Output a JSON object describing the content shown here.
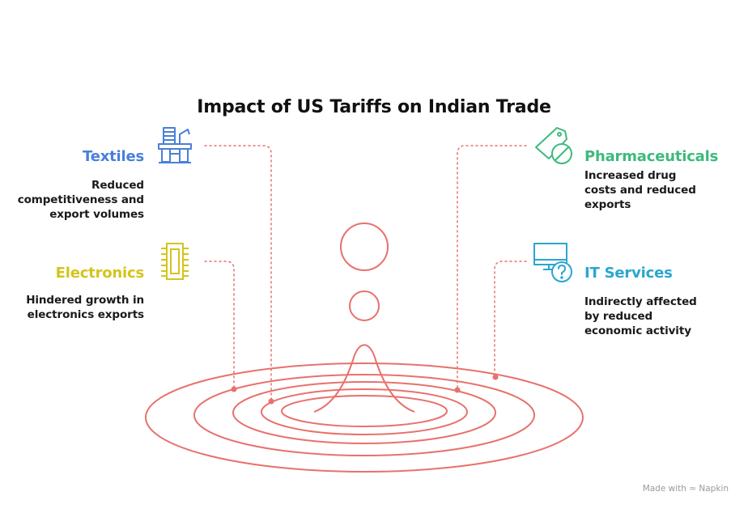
{
  "title": "Impact of US Tariffs on Indian Trade",
  "colors": {
    "accent": "#e8716d",
    "textiles": "#4a7fd9",
    "electronics": "#d4c41c",
    "pharmaceuticals": "#3dba7c",
    "it_services": "#2aa6cf"
  },
  "items": {
    "textiles": {
      "label": "Textiles",
      "icon": "textile-machine-icon",
      "desc": [
        "Reduced",
        "competitiveness and",
        "export volumes"
      ]
    },
    "electronics": {
      "label": "Electronics",
      "icon": "microchip-icon",
      "desc": [
        "Hindered growth in",
        "electronics exports"
      ]
    },
    "pharmaceuticals": {
      "label": "Pharmaceuticals",
      "icon": "pill-tag-icon",
      "desc": [
        "Increased drug",
        "costs and reduced",
        "exports"
      ]
    },
    "it_services": {
      "label": "IT Services",
      "icon": "monitor-question-icon",
      "desc": [
        "Indirectly affected",
        "by reduced",
        "economic activity"
      ]
    }
  },
  "watermark": "Made with ≈ Napkin"
}
